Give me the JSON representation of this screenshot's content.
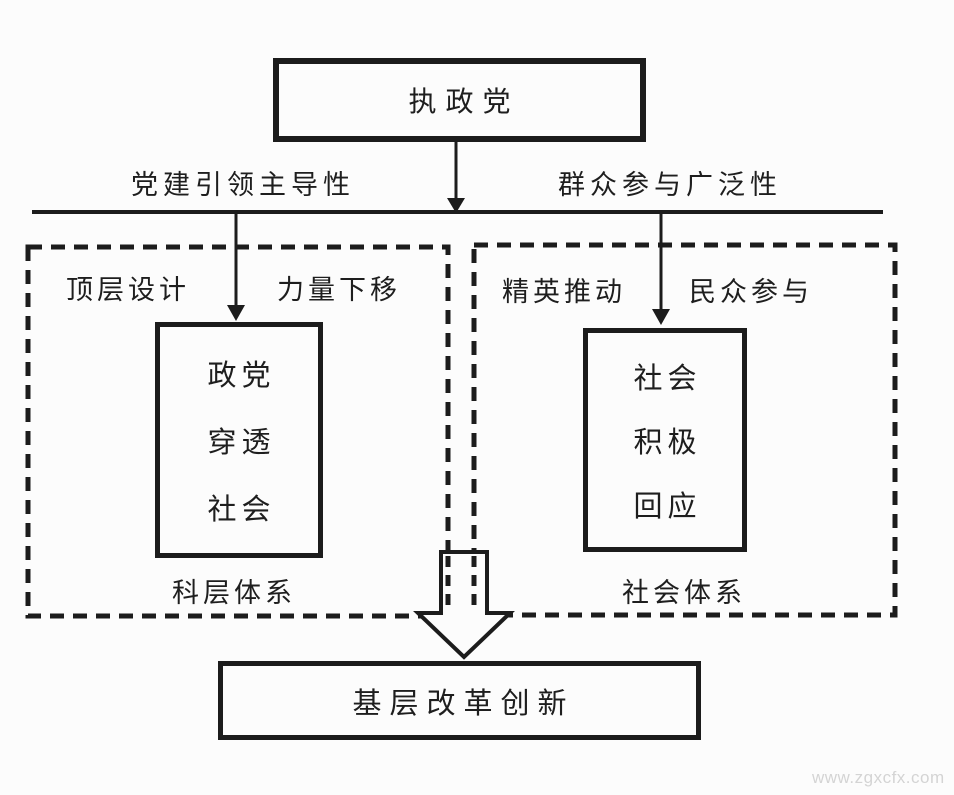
{
  "diagram": {
    "top_node": "执政党",
    "branch_labels": {
      "left": "党建引领主导性",
      "right": "群众参与广泛性"
    },
    "left_panel": {
      "top_left_label": "顶层设计",
      "top_right_label": "力量下移",
      "inner_box": {
        "line1": "政党",
        "line2": "穿透",
        "line3": "社会"
      },
      "bottom_label": "科层体系"
    },
    "right_panel": {
      "top_left_label": "精英推动",
      "top_right_label": "民众参与",
      "inner_box": {
        "line1": "社会",
        "line2": "积极",
        "line3": "回应"
      },
      "bottom_label": "社会体系"
    },
    "bottom_node": "基层改革创新",
    "watermark": "www.zgxcfx.com",
    "colors": {
      "line": "#1c1c1c",
      "background": "#fcfcfc",
      "watermark": "#d4d4d4"
    }
  }
}
